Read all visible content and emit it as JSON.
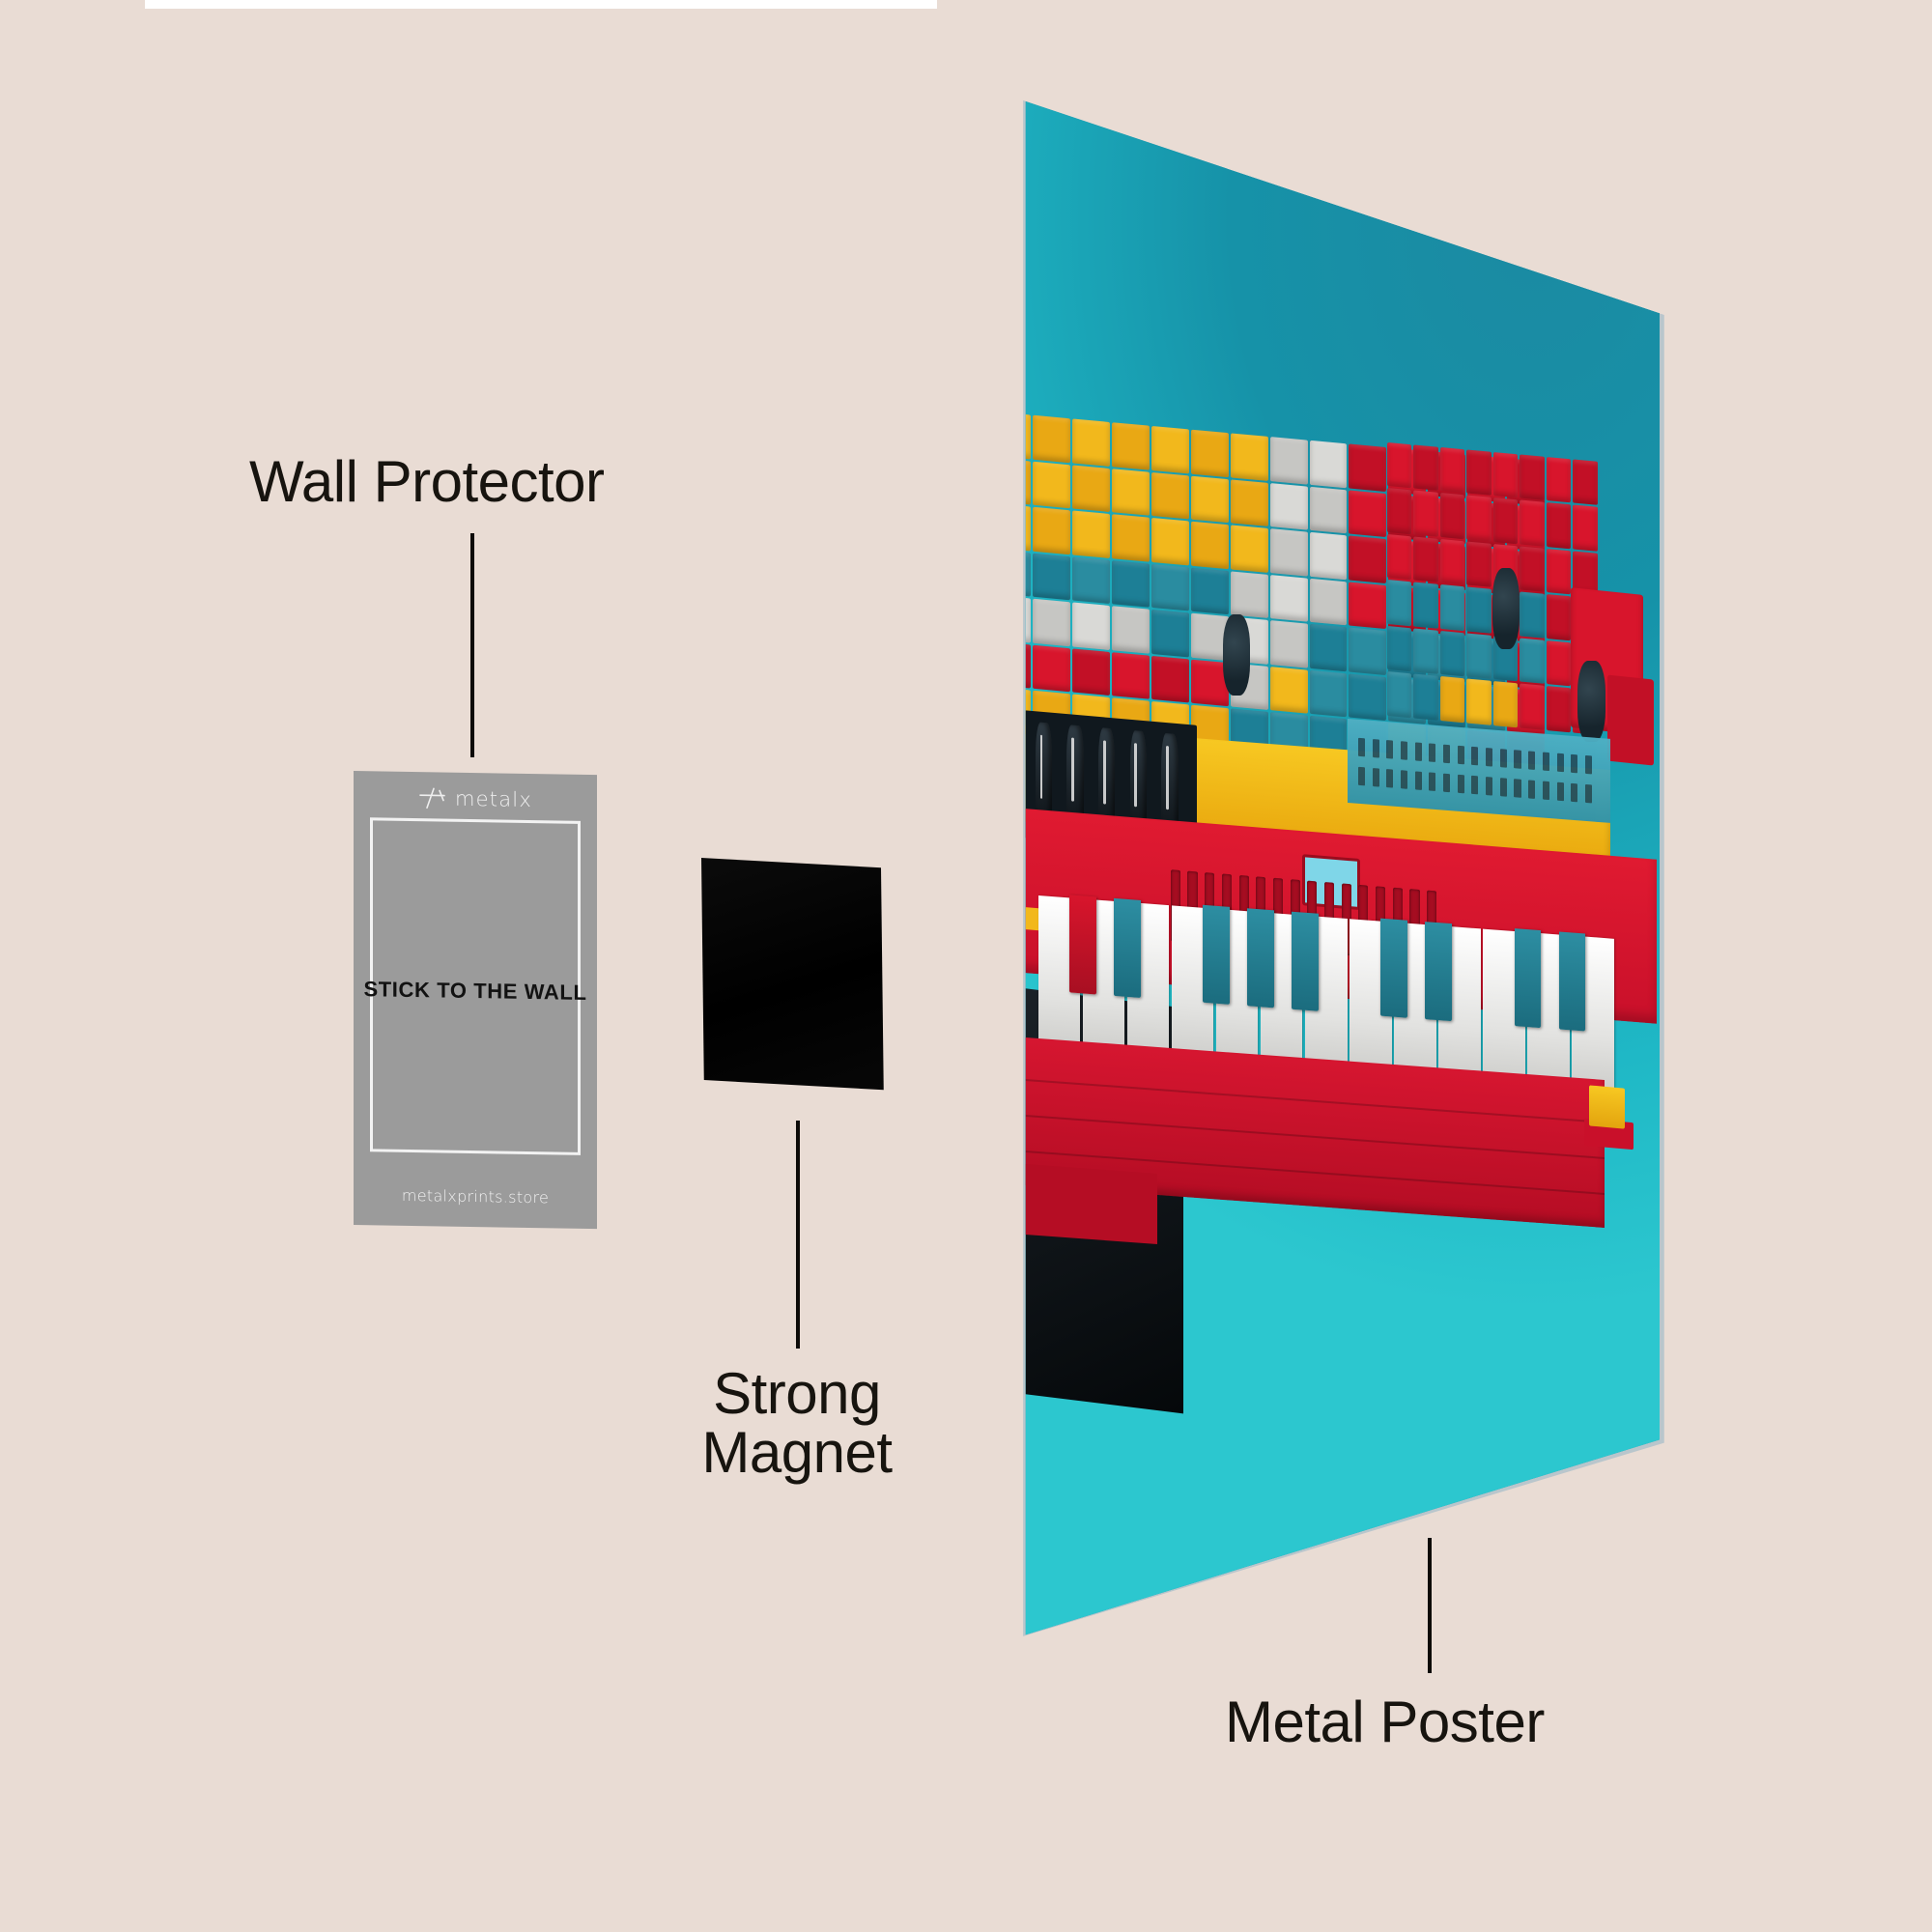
{
  "background": {
    "wall_color": "#e9dcd4",
    "top_strip_color": "#ffffff"
  },
  "labels": {
    "wall_protector": "Wall Protector",
    "strong_magnet": "Strong\nMagnet",
    "metal_poster": "Metal Poster",
    "text_color": "#17140f"
  },
  "wall_protector_card": {
    "brand": "metalx",
    "logo_icon": "metalx-cross-logo",
    "headline": "STICK TO THE WALL",
    "url": "metalxprints.store",
    "card_color": "#9b9b9b",
    "frame_color": "#f2f2f2",
    "headline_color": "#121212"
  },
  "magnet": {
    "color": "#000000"
  },
  "poster": {
    "background_top_color": "#1b8aa2",
    "background_bottom_color": "#2cc7cf",
    "edge_color": "#b9c6cc",
    "artwork_subject": "lego-synthesizer",
    "palette": {
      "red": "#d8152c",
      "yellow": "#f2b81c",
      "teal": "#1d7f96",
      "white": "#d9d9d6",
      "black": "#10181e"
    },
    "brick_grid_a": [
      [
        "y",
        "y",
        "y",
        "y",
        "y",
        "y",
        "y",
        "w",
        "w",
        "r",
        "r",
        "r",
        "r",
        "r"
      ],
      [
        "y",
        "y",
        "y",
        "y",
        "y",
        "y",
        "y",
        "w",
        "w",
        "r",
        "r",
        "r",
        "r",
        "r"
      ],
      [
        "y",
        "y",
        "y",
        "y",
        "y",
        "y",
        "y",
        "w",
        "w",
        "r",
        "r",
        "r",
        "r",
        "r"
      ],
      [
        "t",
        "t",
        "t",
        "t",
        "t",
        "t",
        "w",
        "w",
        "w",
        "r",
        "r",
        "r",
        "r",
        "r"
      ],
      [
        "w",
        "w",
        "w",
        "w",
        "t",
        "w",
        "w",
        "w",
        "t",
        "t",
        "t",
        "t",
        "t",
        "r"
      ],
      [
        "r",
        "r",
        "r",
        "r",
        "r",
        "r",
        "w",
        "y",
        "t",
        "t",
        "t",
        "t",
        "t",
        "r"
      ],
      [
        "y",
        "y",
        "y",
        "y",
        "y",
        "y",
        "t",
        "t",
        "t",
        "t",
        "y",
        "y",
        "r",
        "r"
      ]
    ],
    "brick_grid_b": [
      [
        "r",
        "r",
        "r",
        "r",
        "r",
        "r",
        "r",
        "r"
      ],
      [
        "r",
        "r",
        "r",
        "r",
        "r",
        "r",
        "r",
        "r"
      ],
      [
        "r",
        "r",
        "r",
        "r",
        "r",
        "r",
        "r",
        "r"
      ],
      [
        "t",
        "t",
        "t",
        "t",
        "t",
        "t",
        "r",
        "r"
      ],
      [
        "t",
        "t",
        "t",
        "t",
        "t",
        "t",
        "r",
        "r"
      ],
      [
        "t",
        "t",
        "y",
        "y",
        "y",
        "r",
        "r",
        "r"
      ]
    ],
    "white_keys_count": 13,
    "black_keys_count": 9,
    "knob_count": 6,
    "loose_brick_color": "#f2b81c",
    "loose_brick_base_color": "#c9102a",
    "screen_color": "#7fd6e8"
  }
}
